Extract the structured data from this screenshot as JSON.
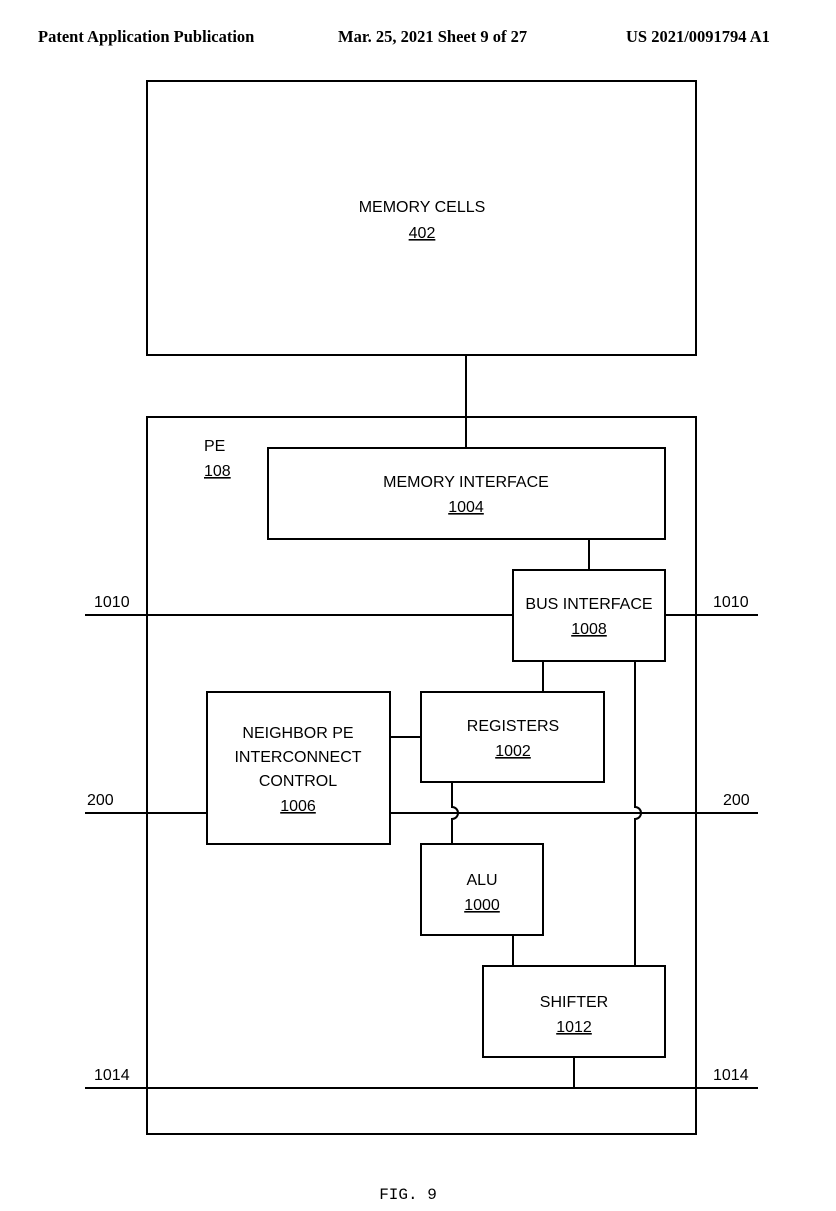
{
  "header": {
    "left": "Patent Application Publication",
    "date_sheet": "Mar. 25, 2021  Sheet 9 of 27",
    "pub_number": "US 2021/0091794 A1"
  },
  "blocks": {
    "memory_cells": {
      "label": "MEMORY CELLS",
      "ref": "402"
    },
    "pe": {
      "label": "PE",
      "ref": "108"
    },
    "memory_interface": {
      "label": "MEMORY INTERFACE",
      "ref": "1004"
    },
    "bus_interface": {
      "label": "BUS INTERFACE",
      "ref": "1008"
    },
    "registers": {
      "label": "REGISTERS",
      "ref": "1002"
    },
    "neighbor": {
      "line1": "NEIGHBOR PE",
      "line2": "INTERCONNECT",
      "line3": "CONTROL",
      "ref": "1006"
    },
    "alu": {
      "label": "ALU",
      "ref": "1000"
    },
    "shifter": {
      "label": "SHIFTER",
      "ref": "1012"
    }
  },
  "lines": {
    "bus_1010_left": "1010",
    "bus_1010_right": "1010",
    "bus_200_left": "200",
    "bus_200_right": "200",
    "bus_1014_left": "1014",
    "bus_1014_right": "1014"
  },
  "figure_label": "FIG. 9"
}
